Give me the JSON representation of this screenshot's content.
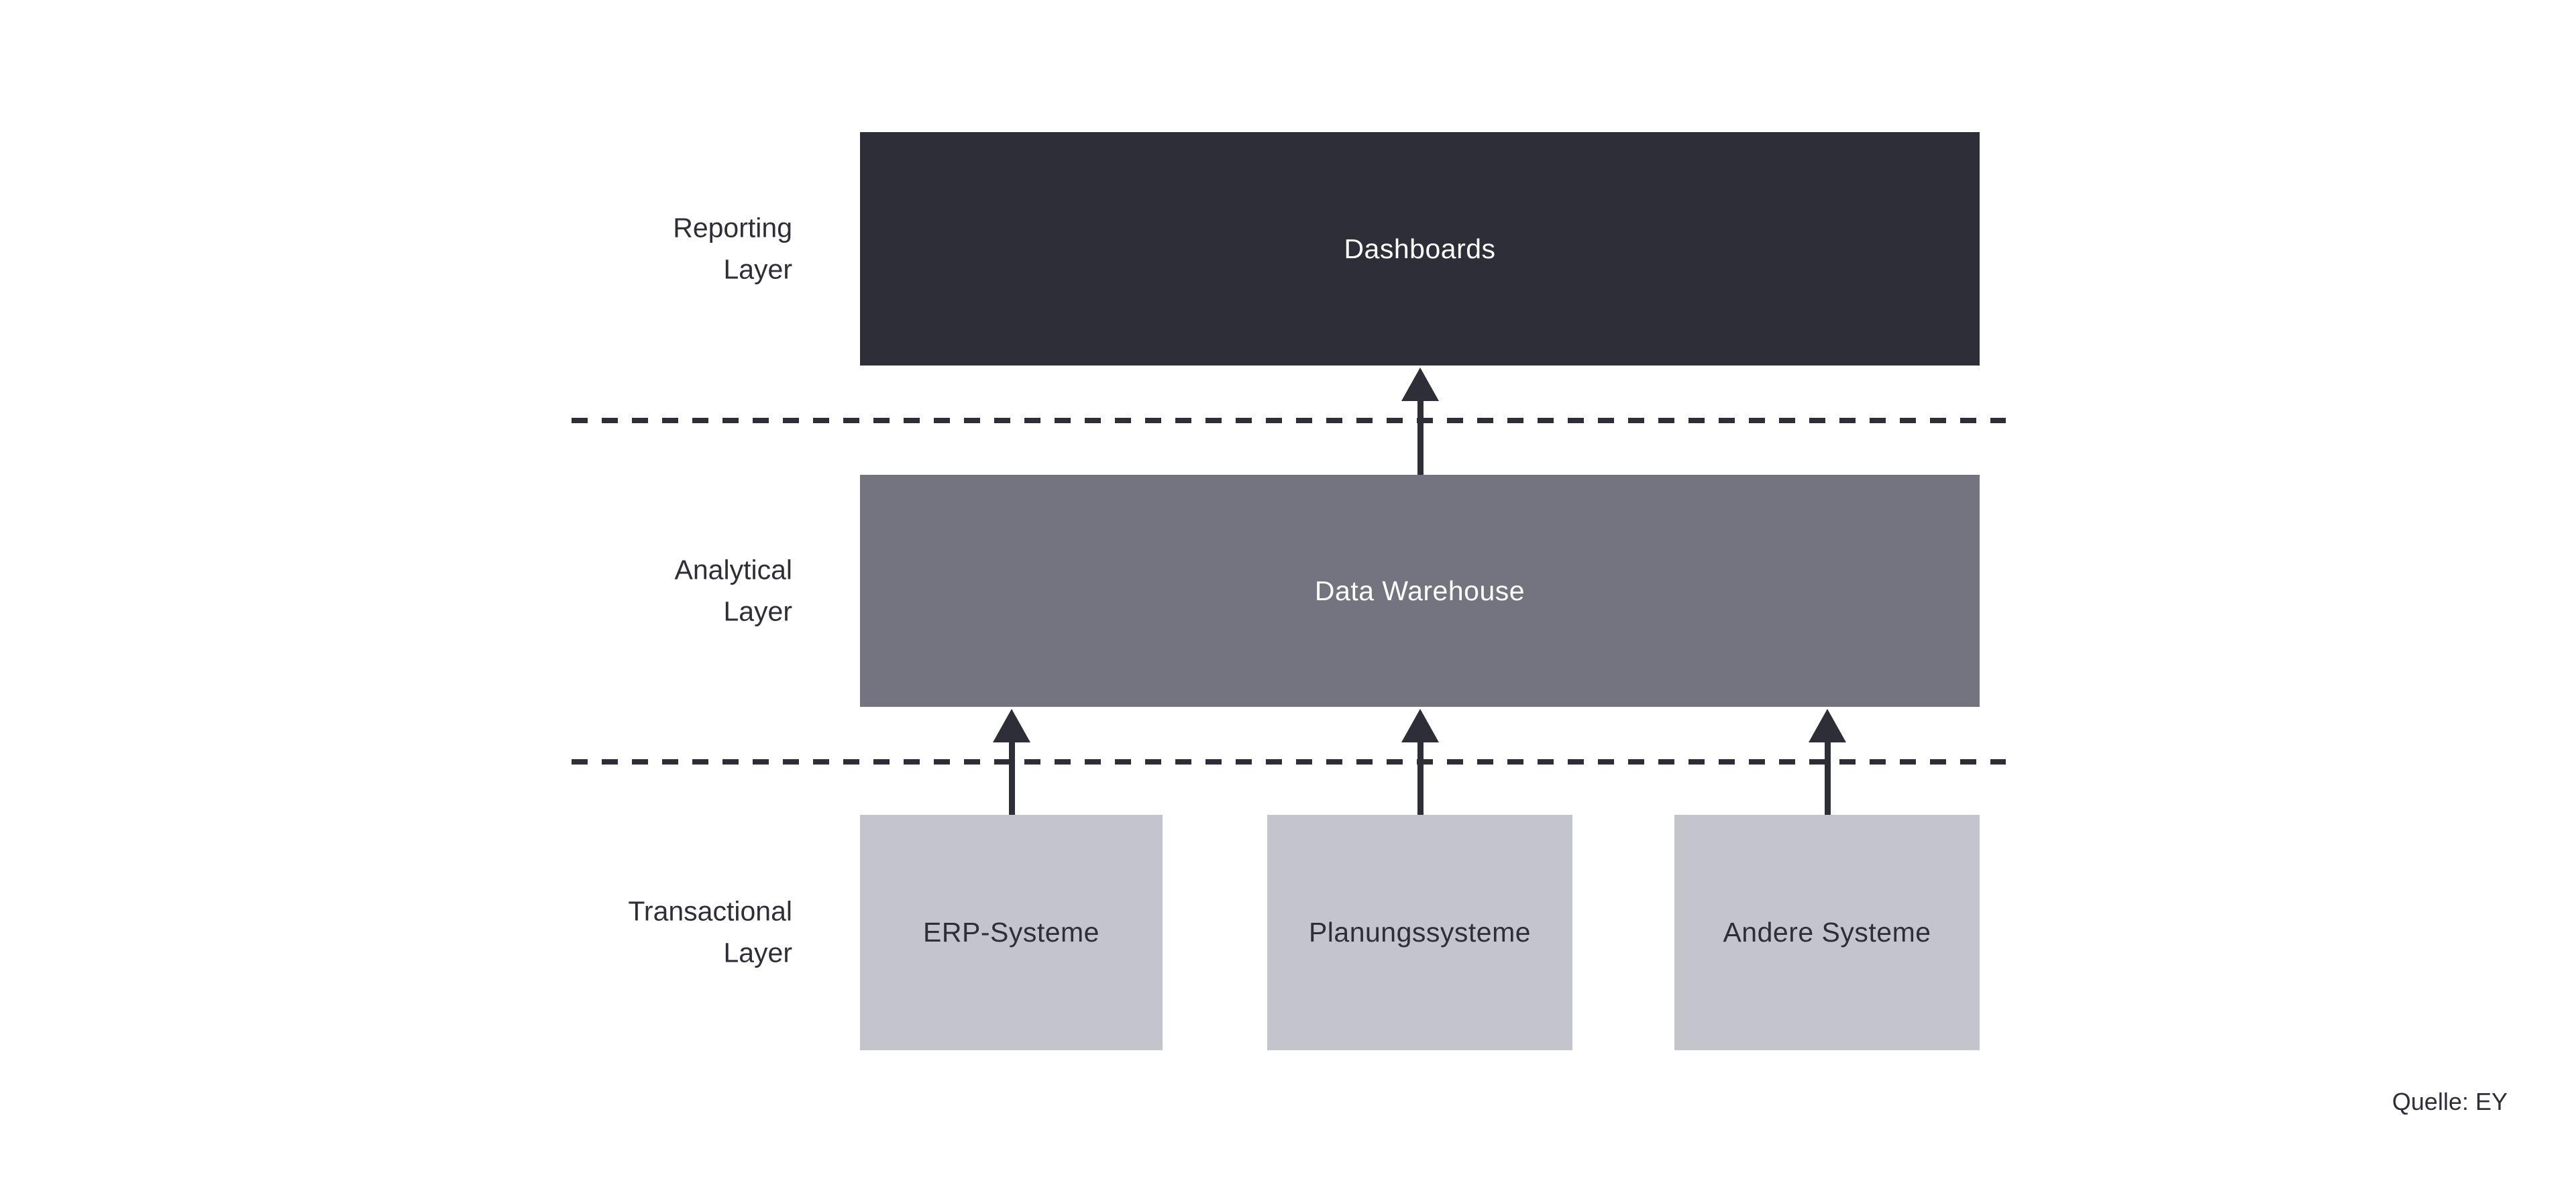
{
  "diagram": {
    "title": "",
    "layers": [
      {
        "label": "Reporting\nLayer",
        "boxes": [
          "Dashboards"
        ]
      },
      {
        "label": "Analytical\nLayer",
        "boxes": [
          "Data Warehouse"
        ]
      },
      {
        "label": "Transactional\nLayer",
        "boxes": [
          "ERP-Systeme",
          "Planungssysteme",
          "Andere Systeme"
        ]
      }
    ],
    "arrows": [
      {
        "from": "Data Warehouse",
        "to": "Dashboards"
      },
      {
        "from": "ERP-Systeme",
        "to": "Data Warehouse"
      },
      {
        "from": "Planungssysteme",
        "to": "Data Warehouse"
      },
      {
        "from": "Andere Systeme",
        "to": "Data Warehouse"
      }
    ],
    "source_note": "Quelle: EY",
    "colors": {
      "dark": "#2e2e38",
      "medium_gray": "#747480",
      "light_gray": "#c4c4cd",
      "background": "#ffffff",
      "text_on_dark": "#ffffff",
      "text_on_light": "#2e2e38"
    }
  }
}
